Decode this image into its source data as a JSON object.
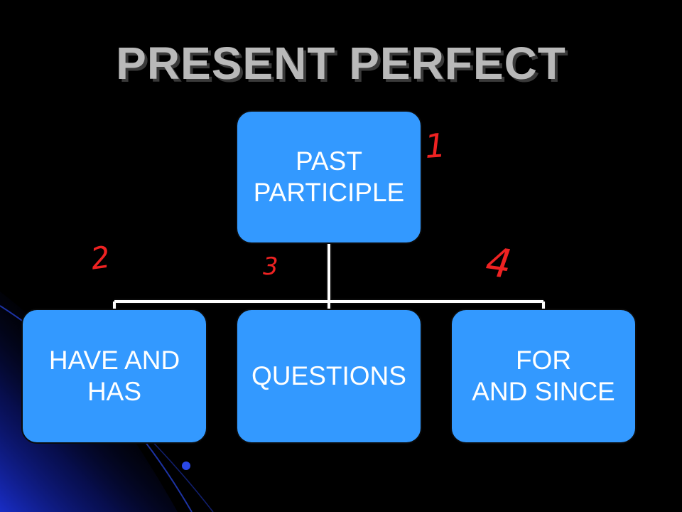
{
  "slide": {
    "title": "PRESENT PERFECT"
  },
  "diagram": {
    "root": "PAST\nPARTICIPLE",
    "children": [
      "HAVE AND\nHAS",
      "QUESTIONS",
      "FOR\nAND SINCE"
    ]
  },
  "annotations": [
    "1",
    "2",
    "3",
    "4"
  ],
  "colors": {
    "background": "#000000",
    "node_fill": "#3399ff",
    "node_text": "#ffffff",
    "connector": "#ffffff",
    "title": "#b9b9b9",
    "handwriting": "#ee2222"
  }
}
